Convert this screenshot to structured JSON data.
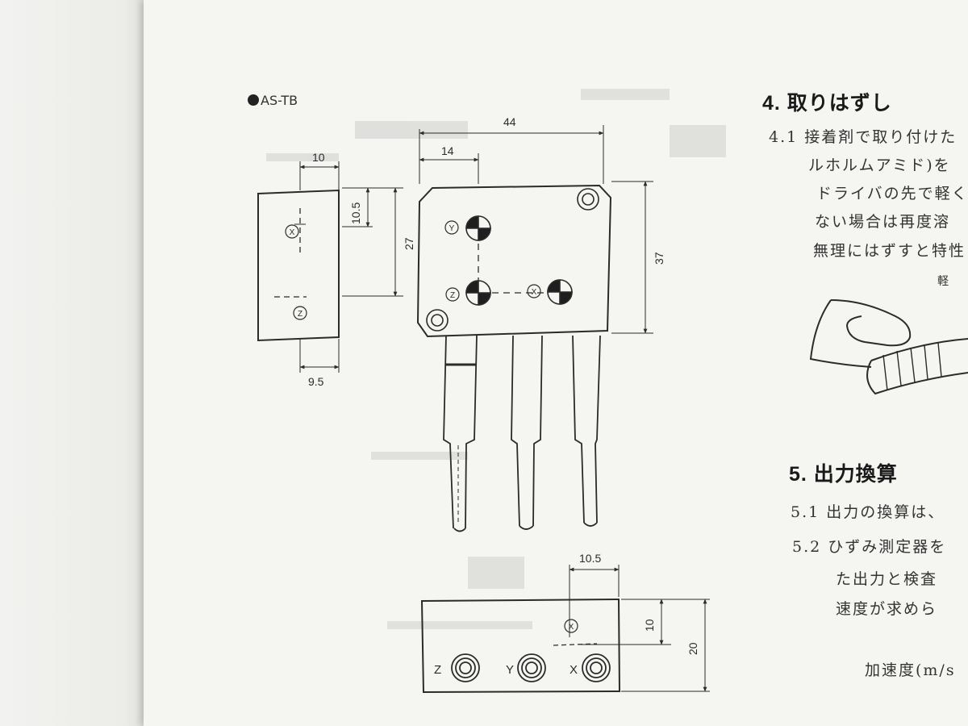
{
  "drawing": {
    "model_label": "AS-TB",
    "dims": {
      "overall_width": "44",
      "hole_offset": "14",
      "height": "37",
      "side_width": "10",
      "side_x_offset": "10.5",
      "side_height": "27",
      "side_z_offset": "9.5",
      "bottom_offset": "10.5",
      "bottom_x_depth": "10",
      "bottom_height": "20"
    },
    "axes": {
      "x": "X",
      "y": "Y",
      "z": "Z"
    }
  },
  "section4": {
    "heading": "4.  取りはずし",
    "lines": [
      "4.1  接着剤で取り付けた",
      "ルホルムアミド)を",
      "ドライバの先で軽く",
      "ない場合は再度溶",
      "無理にはずすと特性"
    ],
    "fig_label": "軽"
  },
  "section5": {
    "heading": "5.  出力換算",
    "lines": [
      "5.1  出力の換算は、",
      "5.2  ひずみ測定器を",
      "た出力と検査",
      "速度が求めら",
      "加速度(m/s"
    ]
  }
}
